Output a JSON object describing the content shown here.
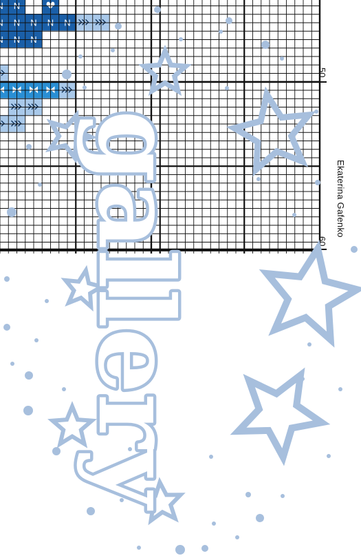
{
  "pattern": {
    "axis_labels": [
      "50",
      "60"
    ],
    "designer": "Ekaterina Gafenko",
    "symbols": [
      "N",
      "heart",
      "double-arrow",
      "bowtie"
    ],
    "colors": {
      "grid": "#111111",
      "dark_blue": "#1a5fa8",
      "mid_blue": "#2a8fd4",
      "light_blue": "#a9c9ea",
      "symbol_white": "#ffffff",
      "symbol_dark": "#0d2f57"
    }
  },
  "watermark": {
    "text": "gallery",
    "color": "#a7bfdd",
    "icon": "star-icon"
  }
}
